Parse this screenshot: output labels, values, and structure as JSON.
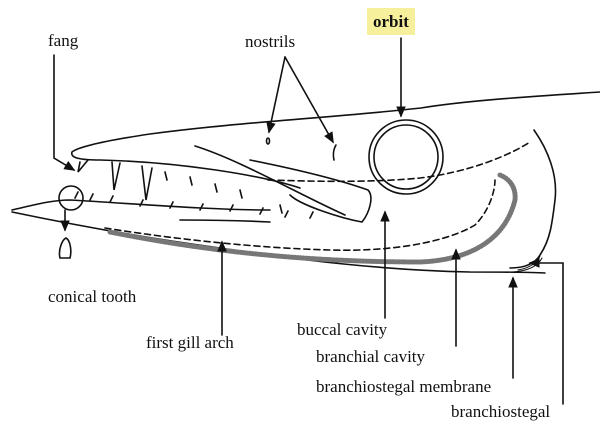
{
  "labels": {
    "fang": "fang",
    "nostrils": "nostrils",
    "orbit": "orbit",
    "conical_tooth": "conical tooth",
    "first_gill_arch": "first gill arch",
    "buccal_cavity": "buccal cavity",
    "branchial_cavity": "branchial cavity",
    "branchiostegal_membrane": "branchiostegal membrane",
    "branchiostegal": "branchiostegal"
  },
  "highlight_color": "#f6ef9b"
}
